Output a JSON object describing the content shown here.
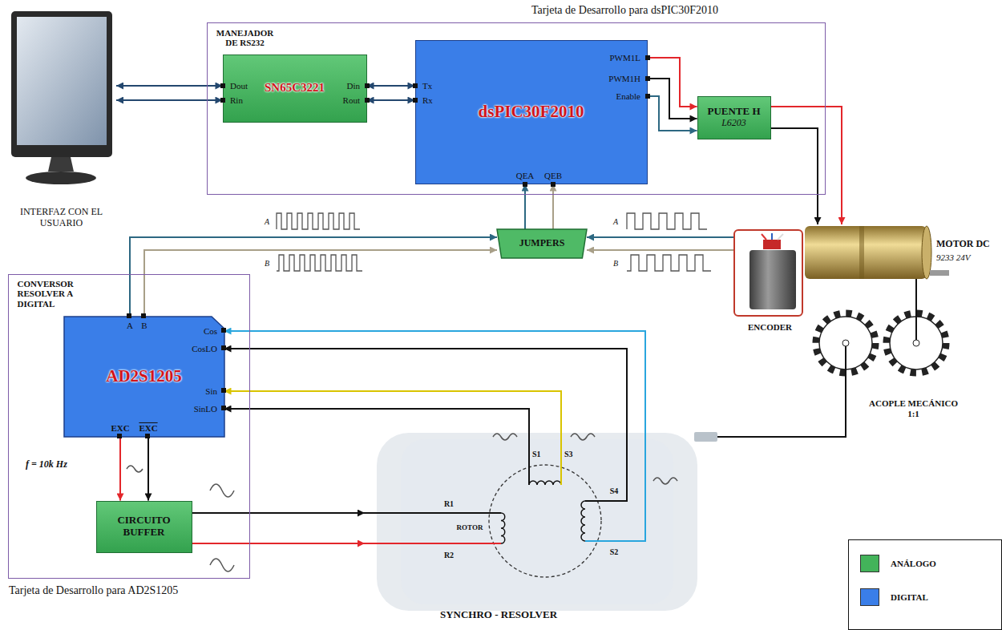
{
  "diagram": {
    "nodes": [
      {
        "text": [
          "INTERFAZ CON EL USUARIO"
        ]
      },
      {
        "text": [
          "Tarjeta de Desarrollo para dsPIC30F2010"
        ]
      },
      {
        "text": [
          "MANEJADOR DE RS232",
          "SN65C3221"
        ],
        "in": 1
      },
      {
        "text": [
          "dsPIC30F2010"
        ],
        "in": 1
      },
      {
        "text": [
          "PUENTE H",
          "L6203"
        ],
        "in": 1
      },
      {
        "text": [
          "JUMPERS"
        ]
      },
      {
        "text": [
          "ENCODER"
        ]
      },
      {
        "text": [
          "MOTOR DC",
          "9233 24V"
        ]
      },
      {
        "text": [
          "Tarjeta de Desarrollo para AD2S1205"
        ]
      },
      {
        "text": [
          "CONVERSOR RESOLVER A DIGITAL",
          "AD2S1205"
        ],
        "in": 8
      },
      {
        "text": [
          "CIRCUITO BUFFER"
        ],
        "in": 8
      },
      {
        "text": [
          "SYNCHRO - RESOLVER"
        ]
      },
      {
        "text": [
          "ACOPLE MECÁNICO 1:1"
        ]
      }
    ],
    "edges": [
      {
        "from": 0,
        "to": 2,
        "arrow": "both"
      },
      {
        "from": 0,
        "to": 2,
        "arrow": "both"
      },
      {
        "from": 2,
        "to": 3,
        "arrow": "both"
      },
      {
        "from": 2,
        "to": 3,
        "arrow": "both"
      },
      {
        "from": 3,
        "to": 4,
        "arrow": "to"
      },
      {
        "from": 3,
        "to": 4,
        "arrow": "to"
      },
      {
        "from": 3,
        "to": 4,
        "arrow": "to"
      },
      {
        "from": 4,
        "to": 7,
        "arrow": "to"
      },
      {
        "from": 4,
        "to": 7,
        "arrow": "to"
      },
      {
        "from": 6,
        "to": 5,
        "arrow": "to"
      },
      {
        "from": 6,
        "to": 5,
        "arrow": "to"
      },
      {
        "from": 9,
        "to": 5,
        "arrow": "to"
      },
      {
        "from": 9,
        "to": 5,
        "arrow": "to"
      },
      {
        "from": 5,
        "to": 3,
        "arrow": "to"
      },
      {
        "from": 5,
        "to": 3,
        "arrow": "to"
      },
      {
        "from": 9,
        "to": 10,
        "arrow": "to"
      },
      {
        "from": 9,
        "to": 10,
        "arrow": "to"
      },
      {
        "from": 10,
        "to": 11,
        "arrow": "to"
      },
      {
        "from": 10,
        "to": 11,
        "arrow": "to"
      },
      {
        "from": 11,
        "to": 9,
        "arrow": "to"
      },
      {
        "from": 11,
        "to": 9,
        "arrow": "to"
      },
      {
        "from": 11,
        "to": 9,
        "arrow": "to"
      },
      {
        "from": 11,
        "to": 9,
        "arrow": "to"
      },
      {
        "from": 7,
        "to": 12,
        "arrow": "none"
      },
      {
        "from": 12,
        "to": 11,
        "arrow": "none"
      }
    ],
    "labels": [
      "Dout",
      "Rin",
      "Din",
      "Rout",
      "Tx",
      "Rx",
      "PWM1L",
      "PWM1H",
      "Enable",
      "QEA",
      "QEB",
      "A",
      "B",
      "A",
      "B",
      "A",
      "B",
      "Cos",
      "CosLO",
      "Sin",
      "SinLO",
      "EXC",
      "EXC",
      "f = 10k Hz",
      "S1",
      "S3",
      "S4",
      "S2",
      "R1",
      "R2",
      "ROTOR"
    ],
    "legend": [
      {
        "text": "ANÁLOGO",
        "color": "#43b35a"
      },
      {
        "text": "DIGITAL",
        "color": "#3a7ee8"
      }
    ]
  }
}
